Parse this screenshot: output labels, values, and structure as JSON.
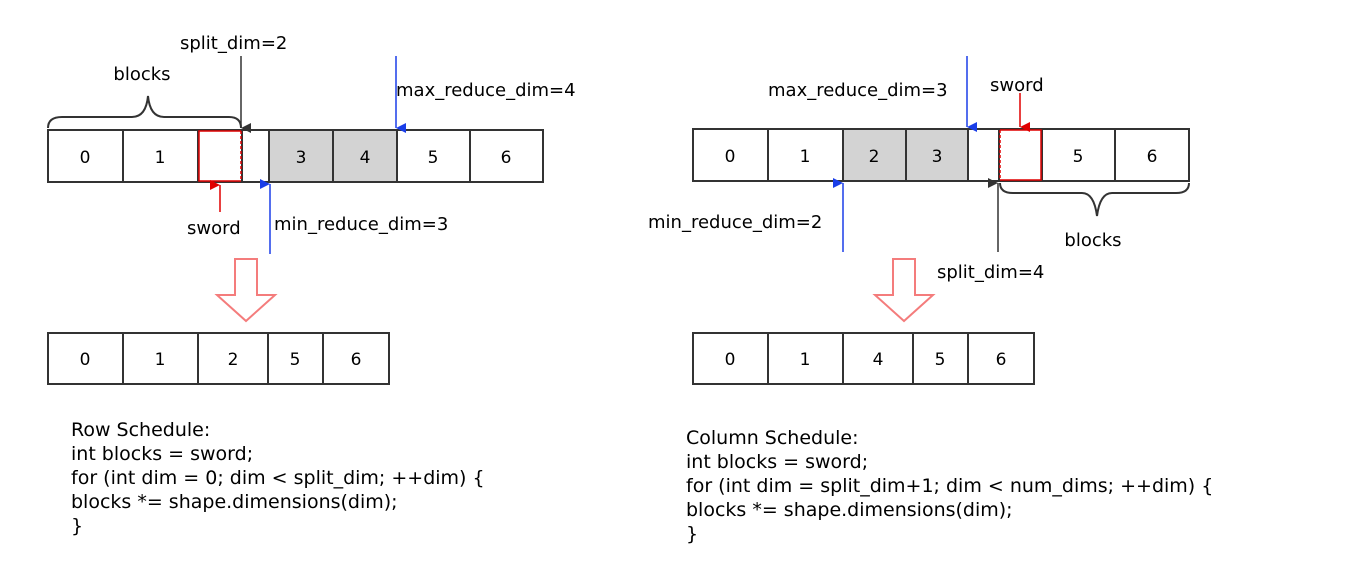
{
  "row": {
    "top_cells": [
      "0",
      "1",
      "",
      "",
      "3",
      "4",
      "5",
      "6"
    ],
    "bottom_cells": [
      "0",
      "1",
      "2",
      "5",
      "6"
    ],
    "split_label": "split_dim=2",
    "max_label": "max_reduce_dim=4",
    "min_label": "min_reduce_dim=3",
    "sword_label": "sword",
    "blocks_label": "blocks",
    "code": [
      "Row Schedule:",
      "int blocks = sword;",
      "for (int dim = 0; dim < split_dim; ++dim) {",
      "blocks *= shape.dimensions(dim);",
      "}"
    ]
  },
  "col": {
    "top_cells": [
      "0",
      "1",
      "2",
      "3",
      "",
      "",
      "5",
      "6"
    ],
    "bottom_cells": [
      "0",
      "1",
      "4",
      "5",
      "6"
    ],
    "split_label": "split_dim=4",
    "max_label": "max_reduce_dim=3",
    "min_label": "min_reduce_dim=2",
    "sword_label": "sword",
    "blocks_label": "blocks",
    "code": [
      "Column Schedule:",
      "int blocks = sword;",
      "for (int dim = split_dim+1; dim < num_dims; ++dim) {",
      "blocks *= shape.dimensions(dim);",
      "}"
    ]
  },
  "colors": {
    "border": "#333333",
    "reduce_fill": "#d3d3d3",
    "sword": "#e00000",
    "reduce_arrow": "#1a3ee8",
    "split_arrow": "#333333",
    "down_arrow": "#f47c7c"
  }
}
